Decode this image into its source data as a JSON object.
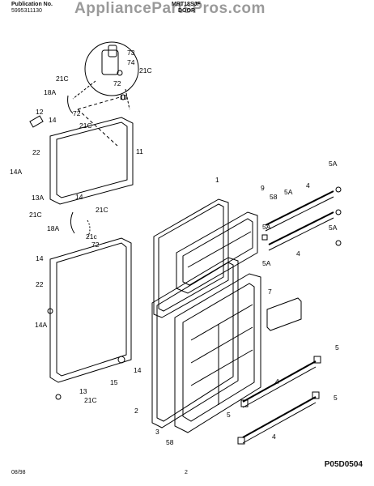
{
  "header": {
    "publication_label": "Publication No.",
    "publication_number": "5995311130",
    "model": "MRT18SJF",
    "section": "DOOR",
    "watermark": "AppliancePartsPros.com"
  },
  "callouts": [
    "73",
    "74",
    "21C",
    "72",
    "21C",
    "18A",
    "72",
    "10",
    "21C",
    "12",
    "14",
    "22",
    "14A",
    "11",
    "14",
    "13A",
    "21C",
    "21C",
    "18A",
    "21c",
    "72",
    "14",
    "22",
    "14A",
    "15",
    "14",
    "13",
    "21C",
    "1",
    "9",
    "58",
    "5A",
    "4",
    "5A",
    "5A",
    "5A",
    "5A",
    "4",
    "7",
    "2",
    "3",
    "58",
    "5",
    "4",
    "5",
    "5",
    "4"
  ],
  "footer": {
    "date": "08/98",
    "page": "2",
    "code": "P05D0504"
  }
}
